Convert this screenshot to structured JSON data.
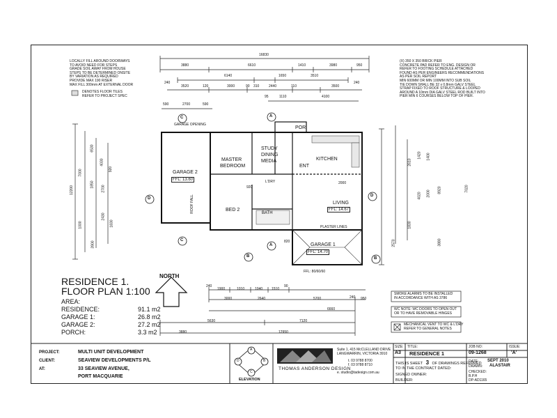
{
  "drawing": {
    "title_line1": "RESIDENCE 1.",
    "title_line2": "FLOOR PLAN 1:100",
    "north_label": "NORTH",
    "area_heading": "AREA:",
    "areas": [
      {
        "label": "RESIDENCE:",
        "value": "91.1 m2"
      },
      {
        "label": "GARAGE 1:",
        "value": "26.8 m2"
      },
      {
        "label": "GARAGE 2:",
        "value": "27.2 m2"
      },
      {
        "label": "PORCH:",
        "value": "3.3 m2"
      }
    ]
  },
  "notes": {
    "fill_note": [
      "LOCALLY FILL AROUND DOORWAYS",
      "TO AVOID NEED FOR STEPS",
      "GRADE SOIL AWAY FROM HOUSE",
      "STEPS TO BE DETERMINED ONSITE",
      "BY VARIATION AS REQUIRED",
      "PROVIDE MAX 190 RISER",
      "MAX FILL 300mm AT EXTERNAL DOOR"
    ],
    "tiles_note": [
      "DENOTES FLOOR TILES",
      "REFER TO PROJECT SPEC"
    ],
    "pier_note": [
      "(X) 350 X 350 BRICK PIER",
      "CONCRETE PAD REFER TO ENG. DESIGN OR",
      "REFER TO FOOTING SCHEDULE ATTACHED",
      "FOUND AS PER ENGINEERS RECOMMENDATIONS",
      "AS PER SOIL REPORT",
      "MIN 600MM OR MIN 100MM INTO SUB SOIL",
      "TIE DOWN SHALL BE 32 x 0.8mm GALV STEEL",
      "STRAP FIXED TO ROOF STRUCTURE & LOOPED",
      "AROUND A 10mm DIA GALV STEEL ROD BUILT INTO",
      "PIER MIN 6 COURSES BELOW TOP OF PIER."
    ],
    "smoke_note": [
      "SMOKE ALARMS TO BE INSTALLED",
      "IN ACCORDANCE WITH AS 3786"
    ],
    "wc_note": [
      "WC NOTE: WC DOORS TO OPEN OUT",
      "OR TO HAVE REMOVABLE HINGES"
    ],
    "vent_note": [
      "MECHANICAL VENT TO WC & L'DRY",
      "REFER TO GENERAL NOTES"
    ]
  },
  "dimensions": {
    "top": [
      "16830",
      "3880",
      "6610",
      "1410",
      "3980",
      "950",
      "6140",
      "1650",
      "3510",
      "240",
      "3520",
      "120",
      "3000",
      "90",
      "310",
      "2440",
      "110",
      "3500",
      "240",
      "95",
      "1110",
      "4100",
      "590",
      "2700",
      "590"
    ],
    "bottom": [
      "240",
      "1900",
      "1010",
      "1040",
      "1510",
      "90",
      "3000",
      "2640",
      "5700",
      "240",
      "950",
      "6660",
      "5630",
      "7120",
      "3880",
      "12950"
    ],
    "left": [
      "12200",
      "7000",
      "1850",
      "6530",
      "4030",
      "920",
      "2700",
      "2430",
      "1000",
      "3900",
      "1830"
    ],
    "right": [
      "7020",
      "8920",
      "2610",
      "1420",
      "1400",
      "4020",
      "2000",
      "3880",
      "2570",
      "1830"
    ]
  },
  "plan_labels": {
    "rooms": [
      "GARAGE 2",
      "MASTER",
      "BEDROOM",
      "STUDY",
      "DINING",
      "MEDIA",
      "KITCHEN",
      "ENT",
      "POR",
      "BED 2",
      "BATH",
      "LIVING",
      "GARAGE 1",
      "L'DRY"
    ],
    "levels": [
      "FFL: 13.60",
      "FFL: 14.67",
      "FFL: 14.70"
    ],
    "misc": [
      "GARAGE OPENING",
      "ROOF FALL",
      "PLASTER LINES",
      "FFL: 80/60/60",
      "2000",
      "920",
      "820"
    ],
    "section_markers": [
      "A",
      "B",
      "C",
      "D"
    ]
  },
  "title_block": {
    "project_label": "PROJECT:",
    "project": "MULTI UNIT DEVELOPMENT",
    "client_label": "CLIENT:",
    "client": "SEAVIEW DEVELOPMENTS P/L",
    "at_label": "AT:",
    "address1": "33 SEAVIEW AVENUE,",
    "address2": "PORT MACQUARIE",
    "elevation_label": "ELEVATION",
    "elevation_letters": [
      "A",
      "B",
      "C",
      "D"
    ],
    "firm": "THOMAS ANDERSON DESIGN",
    "firm_address": [
      "Suite 1, 415 McCLELLAND DRIVE",
      "LANGWARRIN, VICTORIA 3910"
    ],
    "firm_phone": [
      "t. 03 9788 8700",
      "f. 03 9788 8710"
    ],
    "firm_email": "e. studio@tadesign.com.au",
    "size_label": "SIZE:",
    "size": "A3",
    "title_label": "TITLE:",
    "title": "RESIDENCE 1",
    "job_label": "JOB NO:",
    "job": "09-1268",
    "issue_label": "ISSUE:",
    "issue": "'A'",
    "sheet_text_pre": "THIS IS SHEET",
    "sheet_no": "3",
    "sheet_text_post": "OF DRAWINGS REFERRED",
    "contract_text": "TO IN THE CONTRACT DATED:",
    "signed_owner": "SIGNED OWNER:",
    "builder": "BUILDER:",
    "date_label": "DATE:",
    "date": "SEPT 2010",
    "drawn_label": "DRAWN:",
    "drawn": "ALASTAIR",
    "checked_label": "CHECKED:",
    "checked": "B.P.H",
    "dp": "DP-AD1165"
  }
}
